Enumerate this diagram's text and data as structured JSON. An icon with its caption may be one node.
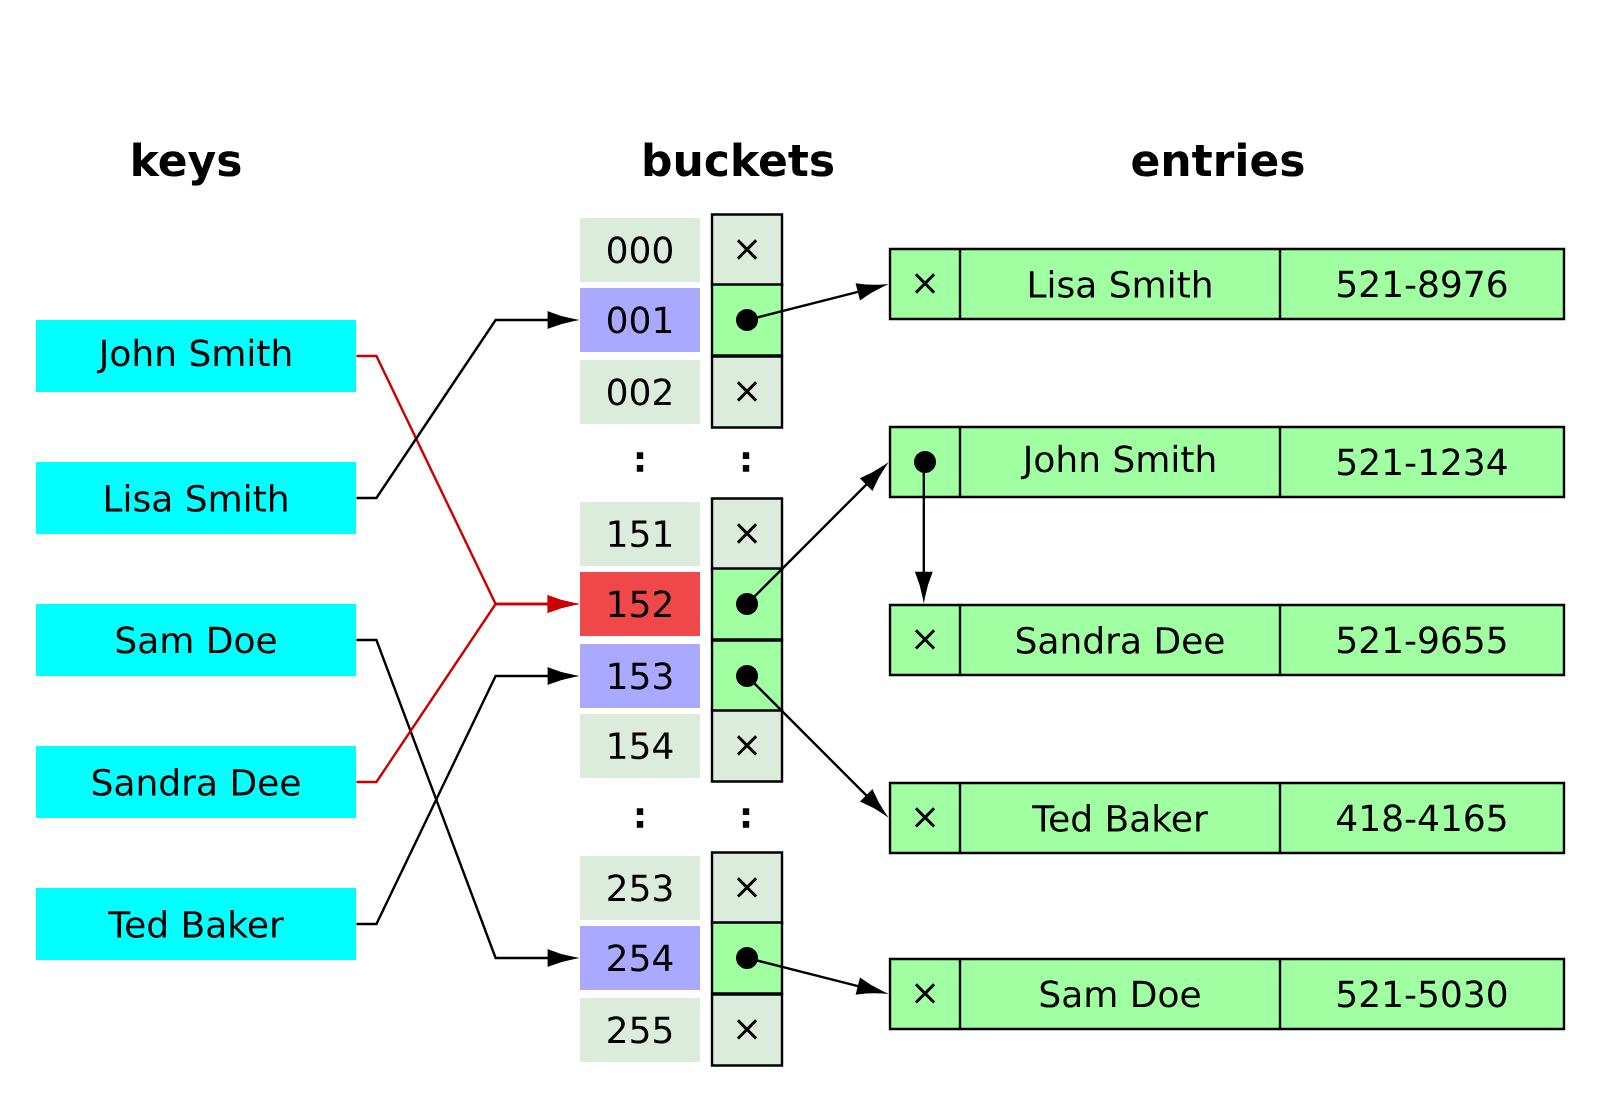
{
  "diagram": {
    "nodes": [
      {
        "text": [
          "John Smith"
        ]
      },
      {
        "text": [
          "Lisa Smith"
        ]
      },
      {
        "text": [
          "Sam Doe"
        ]
      },
      {
        "text": [
          "Sandra Dee"
        ]
      },
      {
        "text": [
          "Ted Baker"
        ]
      },
      {
        "text": [
          "000"
        ]
      },
      {
        "text": [
          "001"
        ]
      },
      {
        "text": [
          "002"
        ]
      },
      {
        "text": [
          "151"
        ]
      },
      {
        "text": [
          "152"
        ]
      },
      {
        "text": [
          "153"
        ]
      },
      {
        "text": [
          "154"
        ]
      },
      {
        "text": [
          "253"
        ]
      },
      {
        "text": [
          "254"
        ]
      },
      {
        "text": [
          "255"
        ]
      },
      {
        "text": [
          "×"
        ]
      },
      {
        "text": [],
        "shape": "box"
      },
      {
        "text": [
          "×"
        ]
      },
      {
        "text": [
          "×"
        ]
      },
      {
        "text": [],
        "shape": "box"
      },
      {
        "text": [],
        "shape": "box"
      },
      {
        "text": [
          "×"
        ]
      },
      {
        "text": [
          "×"
        ]
      },
      {
        "text": [],
        "shape": "box"
      },
      {
        "text": [
          "×"
        ]
      },
      {
        "text": [
          "×",
          "Lisa Smith",
          "521-8976"
        ]
      },
      {
        "text": [
          "John Smith",
          "521-1234"
        ]
      },
      {
        "text": [
          "×",
          "Sandra Dee",
          "521-9655"
        ]
      },
      {
        "text": [
          "×",
          "Ted Baker",
          "418-4165"
        ]
      },
      {
        "text": [
          "×",
          "Sam Doe",
          "521-5030"
        ]
      }
    ],
    "edges": [
      {
        "from": 0,
        "to": 9,
        "arrow": "to",
        "color": "#cc0000"
      },
      {
        "from": 1,
        "to": 6,
        "arrow": "to"
      },
      {
        "from": 2,
        "to": 13,
        "arrow": "to"
      },
      {
        "from": 3,
        "to": 9,
        "arrow": "to",
        "color": "#cc0000"
      },
      {
        "from": 4,
        "to": 10,
        "arrow": "to"
      },
      {
        "from": 16,
        "to": 25,
        "arrow": "to"
      },
      {
        "from": 19,
        "to": 26,
        "arrow": "to"
      },
      {
        "from": 20,
        "to": 28,
        "arrow": "to"
      },
      {
        "from": 23,
        "to": 29,
        "arrow": "to"
      },
      {
        "from": 26,
        "to": 27,
        "arrow": "to"
      }
    ],
    "labels": [
      "keys",
      "buckets",
      "entries",
      ":",
      ":",
      ":",
      ":"
    ]
  }
}
